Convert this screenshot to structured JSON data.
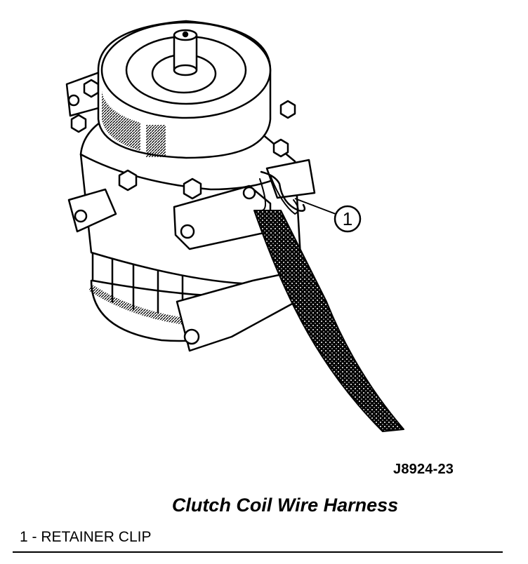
{
  "figure": {
    "callouts": [
      {
        "number": "1"
      }
    ],
    "figure_id": "J8924-23",
    "caption": "Clutch Coil Wire Harness"
  },
  "legend": [
    {
      "text": "1 - RETAINER CLIP"
    }
  ]
}
